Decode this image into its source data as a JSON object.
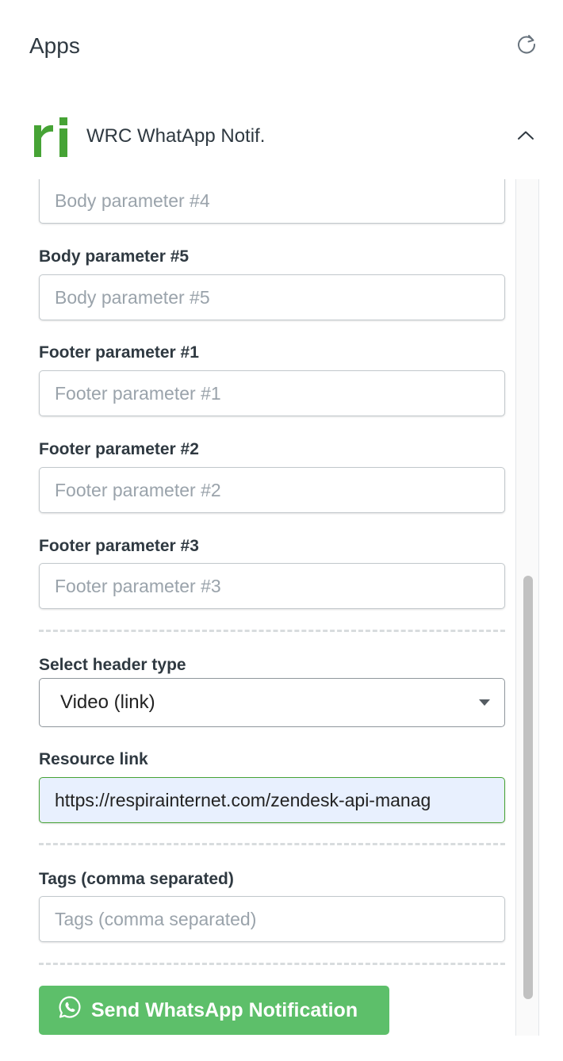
{
  "header": {
    "title": "Apps",
    "refresh_icon": "refresh-icon"
  },
  "app": {
    "logo_text": "ri",
    "name": "WRC WhatApp Notif.",
    "collapse_icon": "chevron-up-icon"
  },
  "form": {
    "body_param_4": {
      "placeholder": "Body parameter #4",
      "value": ""
    },
    "body_param_5": {
      "label": "Body parameter #5",
      "placeholder": "Body parameter #5",
      "value": ""
    },
    "footer_param_1": {
      "label": "Footer parameter #1",
      "placeholder": "Footer parameter #1",
      "value": ""
    },
    "footer_param_2": {
      "label": "Footer parameter #2",
      "placeholder": "Footer parameter #2",
      "value": ""
    },
    "footer_param_3": {
      "label": "Footer parameter #3",
      "placeholder": "Footer parameter #3",
      "value": ""
    },
    "header_type": {
      "label": "Select header type",
      "selected": "Video (link)"
    },
    "resource_link": {
      "label": "Resource link",
      "value": "https://respirainternet.com/zendesk-api-manag"
    },
    "tags": {
      "label": "Tags (comma separated)",
      "placeholder": "Tags (comma separated)",
      "value": ""
    },
    "send_button": {
      "label": "Send WhatsApp Notification",
      "icon": "whatsapp-icon"
    }
  },
  "colors": {
    "button_green": "#5dbf6a",
    "logo_green": "#46a335",
    "autofill_bg": "#e8f0fe"
  }
}
